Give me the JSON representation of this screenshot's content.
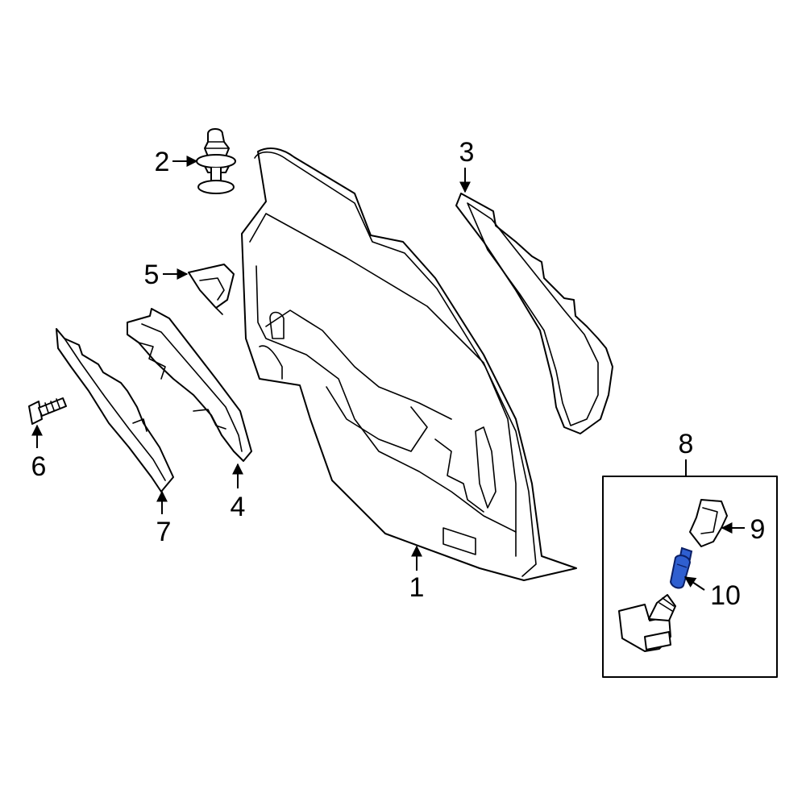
{
  "callouts": {
    "c1": "1",
    "c2": "2",
    "c3": "3",
    "c4": "4",
    "c5": "5",
    "c6": "6",
    "c7": "7",
    "c8": "8",
    "c9": "9",
    "c10": "10"
  },
  "highlight_color": "#2f5fd0",
  "line_color": "#000000",
  "background_color": "#ffffff"
}
